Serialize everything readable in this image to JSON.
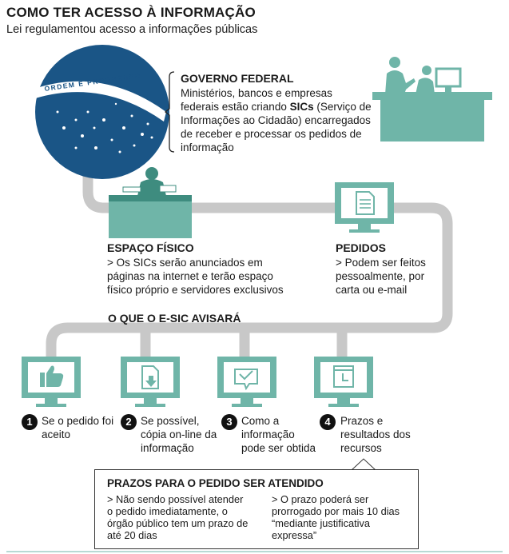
{
  "header": {
    "title": "COMO TER ACESSO À INFORMAÇÃO",
    "subtitle": "Lei regulamentou acesso a informações públicas"
  },
  "flag": {
    "motto": "ORDEM E PROGRESSO"
  },
  "governo": {
    "title": "GOVERNO FEDERAL",
    "text_before": "Ministérios, bancos e empresas federais estão criando ",
    "text_bold": "SICs",
    "text_after": " (Serviço de Informações ao Cidadão) encarregados de receber e processar os pedidos de informação"
  },
  "espaco": {
    "title": "ESPAÇO FÍSICO",
    "text": "> Os SICs serão anunciados em páginas na internet e terão espaço físico próprio e servidores exclusivos"
  },
  "pedidos": {
    "title": "PEDIDOS",
    "text": "> Podem ser feitos pessoalmente, por carta ou e-mail"
  },
  "esic": {
    "title": "O QUE O E-SIC AVISARÁ",
    "items": [
      {
        "number": "1",
        "text": "Se o pedido foi aceito",
        "icon": "thumbs-up-icon"
      },
      {
        "number": "2",
        "text": "Se possível, cópia on-line da informação",
        "icon": "document-download-icon"
      },
      {
        "number": "3",
        "text": "Como a informação pode ser obtida",
        "icon": "chat-check-icon"
      },
      {
        "number": "4",
        "text": "Prazos e resultados dos recursos",
        "icon": "clock-icon"
      }
    ]
  },
  "prazos": {
    "title": "PRAZOS PARA O PEDIDO SER ATENDIDO",
    "col1": "> Não sendo possível atender o pedido imediatamente, o órgão público tem um prazo de até 20 dias",
    "col2": "> O prazo poderá ser prorrogado por mais 10 dias “mediante justificativa expressa”"
  },
  "colors": {
    "teal": "#6fb5a8",
    "teal_dark": "#3e8c7f",
    "pipe": "#c8c8c8",
    "flag_blue": "#1a5586"
  }
}
